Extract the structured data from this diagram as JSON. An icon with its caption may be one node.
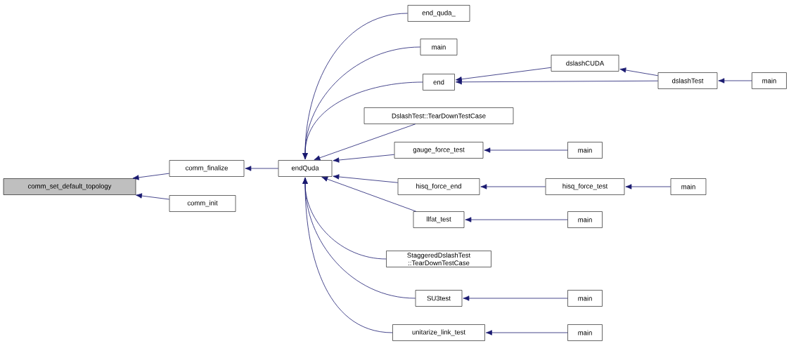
{
  "diagram": {
    "nodes": [
      {
        "text": [
          "comm_set_default_topology"
        ]
      },
      {
        "text": [
          "comm_finalize"
        ]
      },
      {
        "text": [
          "comm_init"
        ]
      },
      {
        "text": [
          "endQuda"
        ]
      },
      {
        "text": [
          "end_quda_"
        ]
      },
      {
        "text": [
          "main"
        ]
      },
      {
        "text": [
          "end"
        ]
      },
      {
        "text": [
          "dslashCUDA"
        ]
      },
      {
        "text": [
          "dslashTest"
        ]
      },
      {
        "text": [
          "main"
        ]
      },
      {
        "text": [
          "DslashTest::TearDownTestCase"
        ]
      },
      {
        "text": [
          "gauge_force_test"
        ]
      },
      {
        "text": [
          "main"
        ]
      },
      {
        "text": [
          "hisq_force_end"
        ]
      },
      {
        "text": [
          "hisq_force_test"
        ]
      },
      {
        "text": [
          "main"
        ]
      },
      {
        "text": [
          "llfat_test"
        ]
      },
      {
        "text": [
          "main"
        ]
      },
      {
        "text": [
          "StaggeredDslashTest ::TearDownTestCase"
        ]
      },
      {
        "text": [
          "SU3test"
        ]
      },
      {
        "text": [
          "main"
        ]
      },
      {
        "text": [
          "unitarize_link_test"
        ]
      },
      {
        "text": [
          "main"
        ]
      }
    ],
    "edges": [
      {
        "from": 1,
        "to": 0,
        "arrow": "to"
      },
      {
        "from": 2,
        "to": 0,
        "arrow": "to"
      },
      {
        "from": 3,
        "to": 1,
        "arrow": "to"
      },
      {
        "from": 4,
        "to": 3,
        "arrow": "to"
      },
      {
        "from": 5,
        "to": 3,
        "arrow": "to"
      },
      {
        "from": 6,
        "to": 3,
        "arrow": "to"
      },
      {
        "from": 10,
        "to": 3,
        "arrow": "to"
      },
      {
        "from": 11,
        "to": 3,
        "arrow": "to"
      },
      {
        "from": 13,
        "to": 3,
        "arrow": "to"
      },
      {
        "from": 16,
        "to": 3,
        "arrow": "to"
      },
      {
        "from": 18,
        "to": 3,
        "arrow": "to"
      },
      {
        "from": 19,
        "to": 3,
        "arrow": "to"
      },
      {
        "from": 21,
        "to": 3,
        "arrow": "to"
      },
      {
        "from": 7,
        "to": 6,
        "arrow": "to"
      },
      {
        "from": 8,
        "to": 6,
        "arrow": "to"
      },
      {
        "from": 8,
        "to": 7,
        "arrow": "to"
      },
      {
        "from": 9,
        "to": 8,
        "arrow": "to"
      },
      {
        "from": 12,
        "to": 11,
        "arrow": "to"
      },
      {
        "from": 14,
        "to": 13,
        "arrow": "to"
      },
      {
        "from": 15,
        "to": 14,
        "arrow": "to"
      },
      {
        "from": 17,
        "to": 16,
        "arrow": "to"
      },
      {
        "from": 20,
        "to": 19,
        "arrow": "to"
      },
      {
        "from": 22,
        "to": 21,
        "arrow": "to"
      }
    ]
  }
}
